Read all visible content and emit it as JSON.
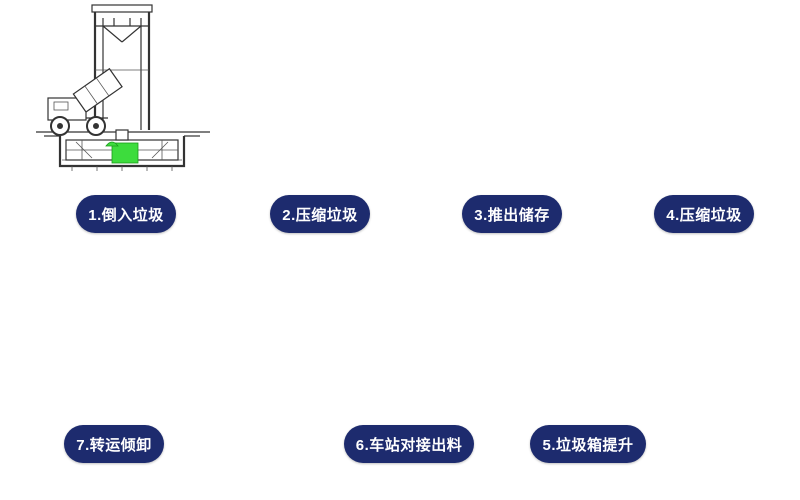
{
  "steps": [
    {
      "label": "1.倒入垃圾"
    },
    {
      "label": "2.压缩垃圾"
    },
    {
      "label": "3.推出储存"
    },
    {
      "label": "4.压缩垃圾"
    },
    {
      "label": "5.垃圾箱提升"
    },
    {
      "label": "6.车站对接出料"
    },
    {
      "label": "7.转运倾卸"
    }
  ],
  "colors": {
    "accent": "#1d2b6e",
    "garbage": "#3ddc3d",
    "line": "#333333"
  },
  "icons": {
    "flow_arrow": "l-shaped-arrow-icon"
  }
}
